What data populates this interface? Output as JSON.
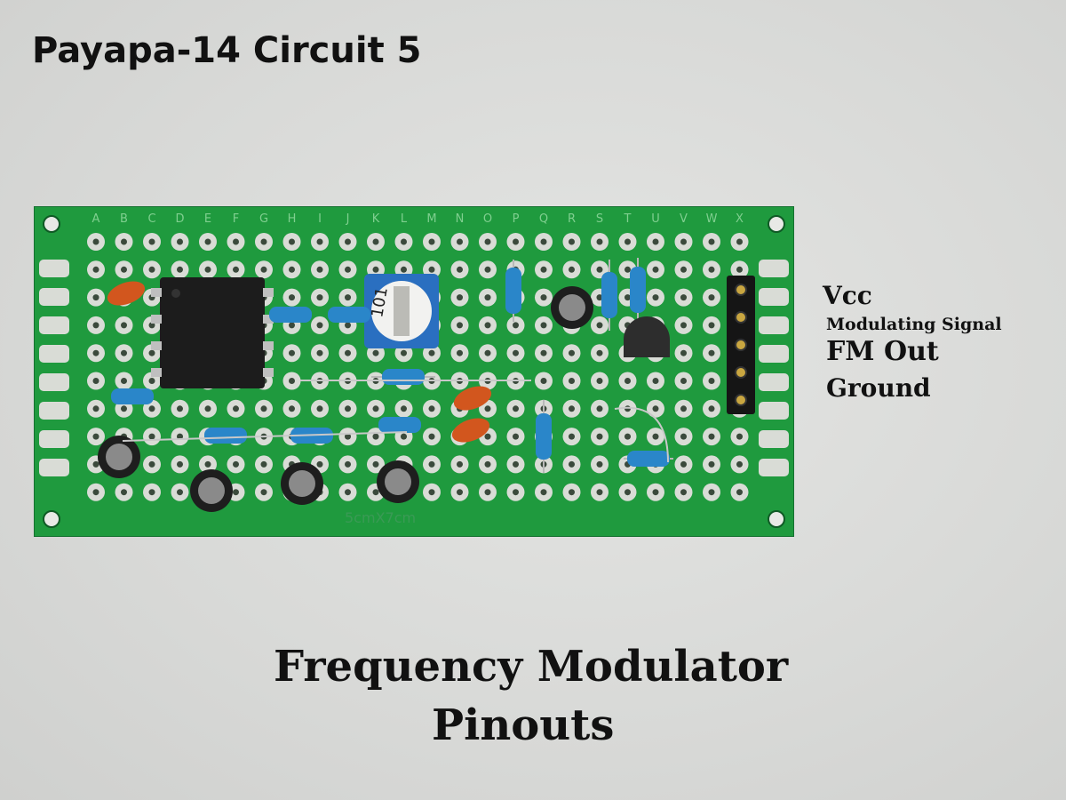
{
  "title": "Payapa-14 Circuit 5",
  "pinouts": {
    "vcc": "Vcc",
    "modulating_signal": "Modulating Signal",
    "fm_out": "FM Out",
    "ground": "Ground"
  },
  "caption": {
    "line1": "Frequency Modulator",
    "line2": "Pinouts"
  },
  "board": {
    "column_letters": [
      "A",
      "B",
      "C",
      "D",
      "E",
      "F",
      "G",
      "H",
      "I",
      "J",
      "K",
      "L",
      "M",
      "N",
      "O",
      "P",
      "Q",
      "R",
      "S",
      "T",
      "U",
      "V",
      "W",
      "X"
    ],
    "silkscreen": "5cmX7cm",
    "pcb_color": "#1f9a3e",
    "pad_color": "#d9dcd6",
    "resistor_color": "#2a86c9",
    "capacitor_color": "#d2561e",
    "ic_color": "#1c1c1c",
    "trimmer_marking": "101"
  }
}
